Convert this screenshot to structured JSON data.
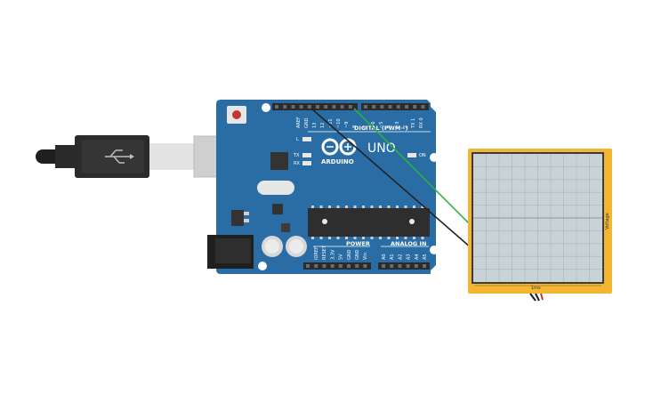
{
  "board": {
    "brand": "ARDUINO",
    "model": "UNO",
    "digital_header": "DIGITAL (PWM~)",
    "power_header": "POWER",
    "analog_header": "ANALOG IN",
    "led_l": "L",
    "led_tx": "TX",
    "led_rx": "RX",
    "led_on": "ON",
    "top_pins": [
      "AREF",
      "GND",
      "13",
      "12",
      "~11",
      "~10",
      "~9",
      "8",
      "7",
      "~6",
      "~5",
      "4",
      "~3",
      "2",
      "TX 1",
      "RX 0"
    ],
    "power_pins": [
      "IOREF",
      "RESET",
      "3.3V",
      "5V",
      "GND",
      "GND",
      "Vin"
    ],
    "analog_pins": [
      "A0",
      "A1",
      "A2",
      "A3",
      "A4",
      "A5"
    ]
  },
  "oscilloscope": {
    "x_label": "1ms",
    "y_label": "Voltage"
  },
  "wires": {
    "green": "#2fb33f",
    "black": "#222222"
  },
  "colors": {
    "board": "#2a6da4",
    "scope_frame": "#f2b632",
    "scope_screen": "#c9d2d6"
  }
}
